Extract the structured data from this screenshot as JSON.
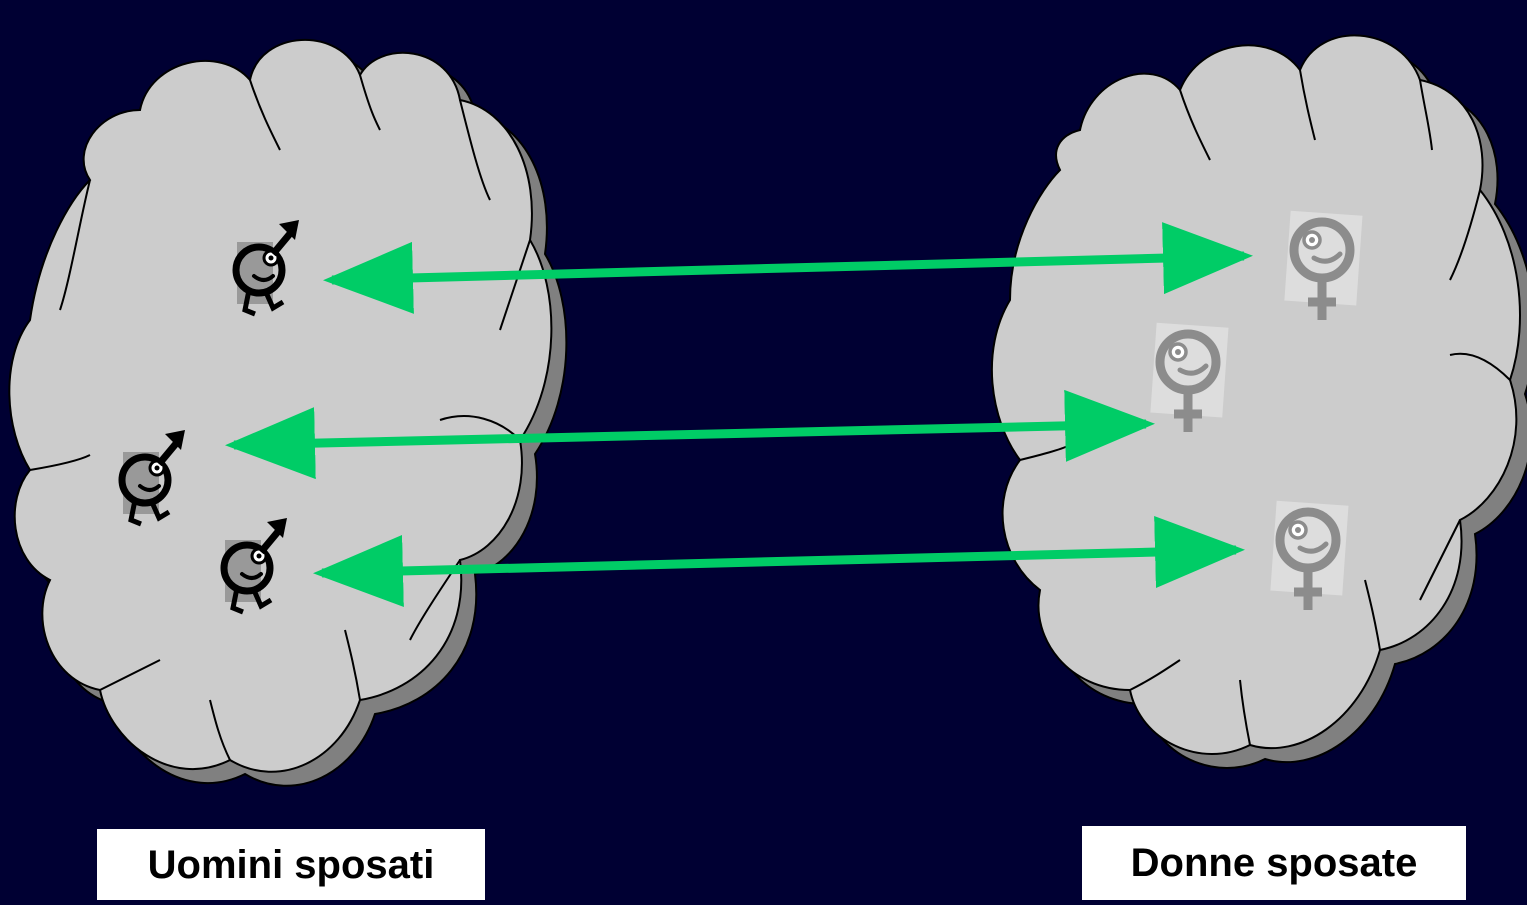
{
  "labels": {
    "men": "Uomini sposati",
    "women": "Donne sposate"
  },
  "colors": {
    "background": "#000033",
    "cloud_fill": "#cccccc",
    "cloud_shadow": "#808080",
    "arrow": "#00cc66",
    "man_figure": "#000000",
    "woman_figure": "#8c8c8c",
    "label_box": "#ffffff"
  },
  "icons": [
    "male-figure-icon",
    "female-figure-icon",
    "double-arrow-icon"
  ],
  "pairs": 3
}
